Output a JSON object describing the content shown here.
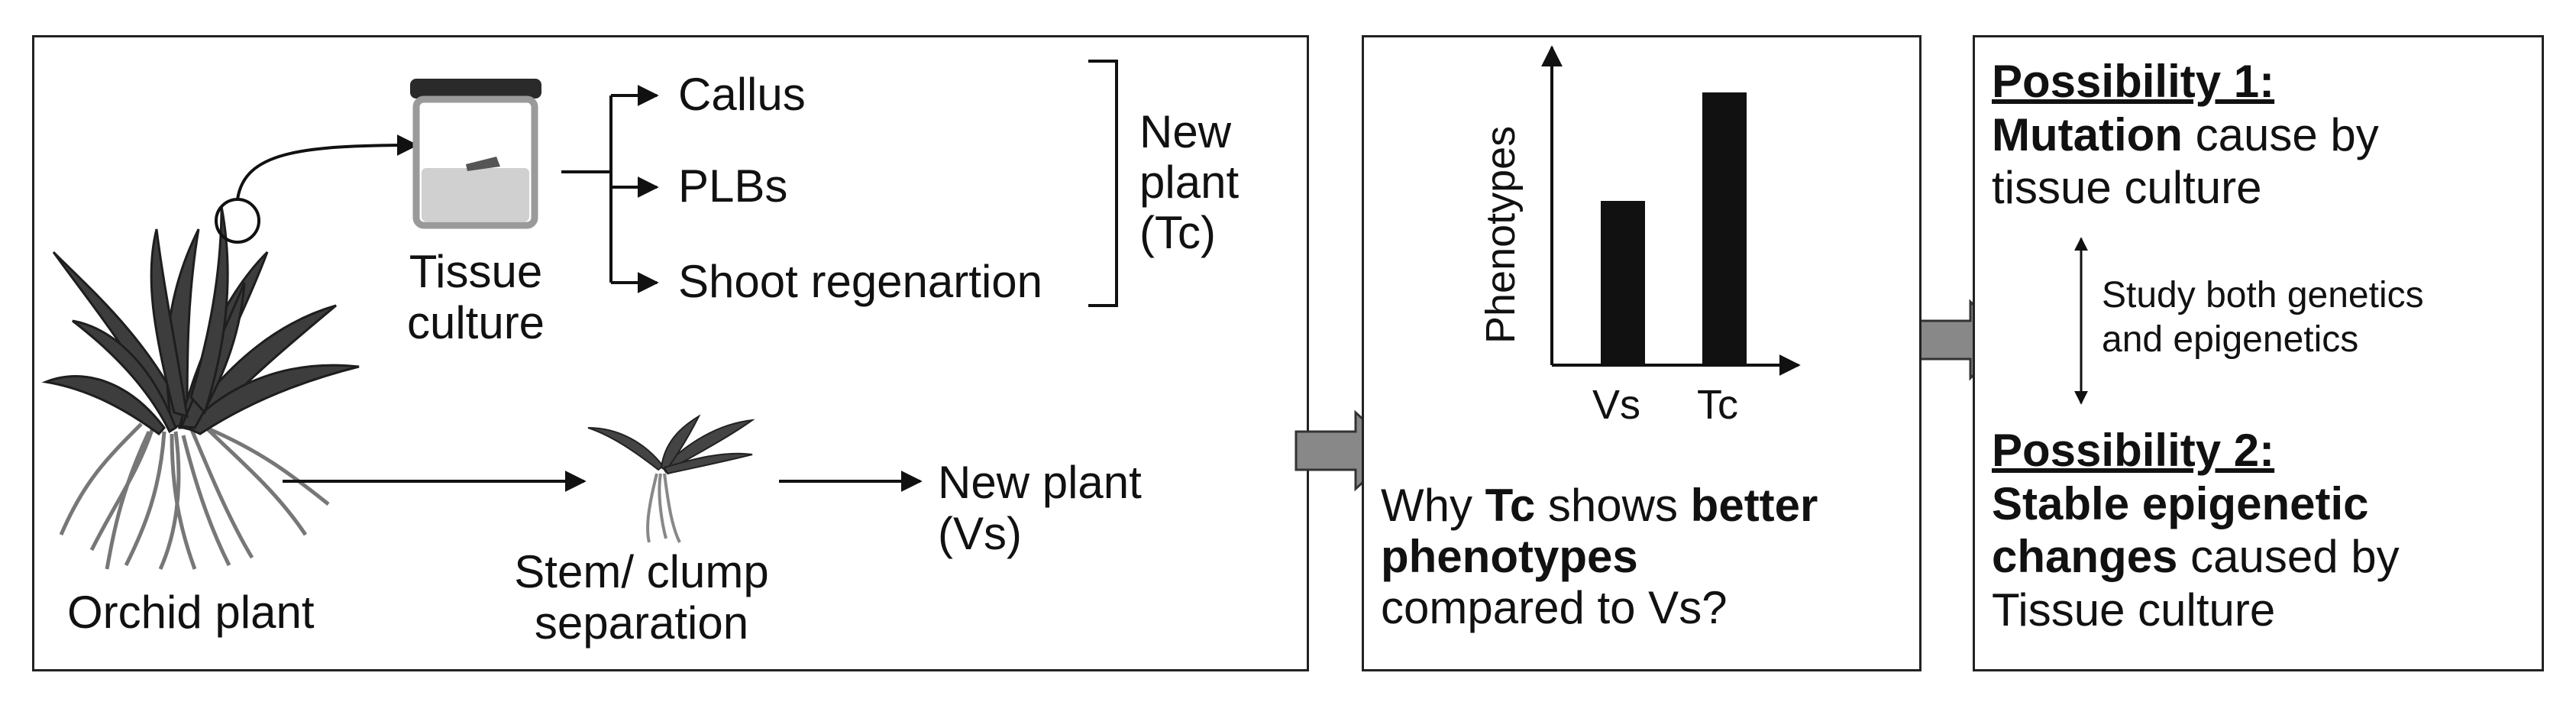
{
  "panel1": {
    "orchid_label": "Orchid plant",
    "tissue_culture_label": [
      "Tissue",
      "culture"
    ],
    "outcomes": [
      "Callus",
      "PLBs",
      "Shoot regenartion"
    ],
    "new_plant_tc": [
      "New",
      "plant",
      "(Tc)"
    ],
    "stem_clump_label": [
      "Stem/ clump",
      "separation"
    ],
    "new_plant_vs": [
      "New plant",
      "(Vs)"
    ]
  },
  "panel2": {
    "chart_data": {
      "type": "bar",
      "categories": [
        "Vs",
        "Tc"
      ],
      "values": [
        0.6,
        1.0
      ],
      "ylabel": "Phenotypes",
      "xlabel": "",
      "yticks_shown": false
    },
    "question": {
      "pre": "Why ",
      "tc": "Tc",
      "mid": " shows ",
      "better": "better",
      "phenotypes": "phenotypes",
      "tail": "compared to Vs?"
    }
  },
  "panel3": {
    "possibility1_title": "Possibility 1:",
    "possibility1_bold": "Mutation",
    "possibility1_rest": " cause by",
    "possibility1_line2": "tissue culture",
    "study_label": [
      "Study both genetics",
      "and epigenetics"
    ],
    "possibility2_title": "Possibility 2:",
    "possibility2_line1": "Stable epigenetic",
    "possibility2_bold2": "changes",
    "possibility2_rest2": " caused by",
    "possibility2_line3": "Tissue culture"
  }
}
